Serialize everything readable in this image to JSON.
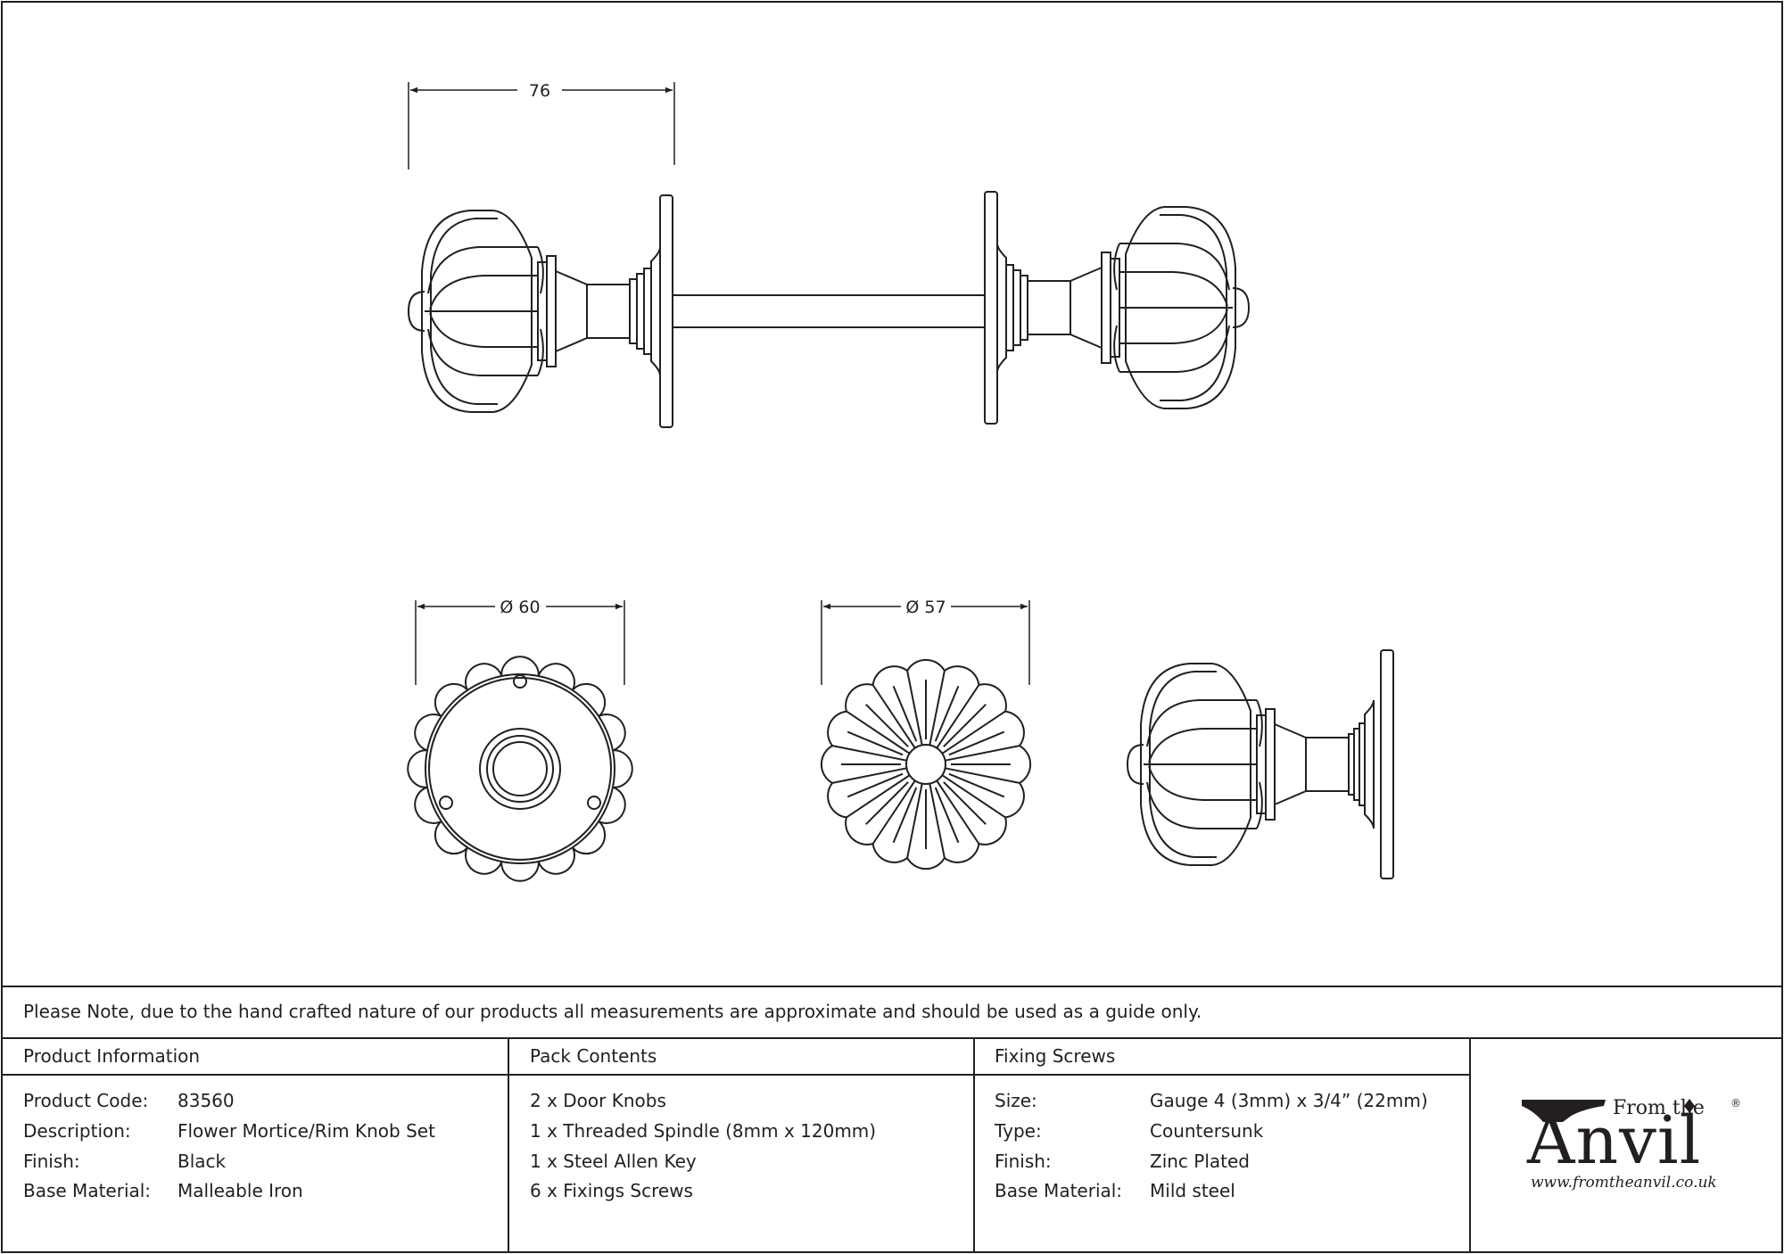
{
  "dimensions": {
    "overall_length": "76",
    "rose_diameter": "Ø 60",
    "knob_diameter": "Ø 57"
  },
  "note": "Please Note, due to the hand crafted nature of our products all measurements are approximate and should be used as a guide only.",
  "product_info": {
    "header": "Product Information",
    "rows": [
      {
        "label": "Product Code:",
        "value": "83560"
      },
      {
        "label": "Description:",
        "value": "Flower Mortice/Rim Knob Set"
      },
      {
        "label": "Finish:",
        "value": "Black"
      },
      {
        "label": "Base Material:",
        "value": "Malleable Iron"
      }
    ]
  },
  "pack_contents": {
    "header": "Pack Contents",
    "items": [
      "2 x Door Knobs",
      "1 x Threaded Spindle (8mm x 120mm)",
      "1 x Steel Allen Key",
      "6 x Fixings Screws"
    ]
  },
  "fixing_screws": {
    "header": "Fixing Screws",
    "rows": [
      {
        "label": "Size:",
        "value": "Gauge 4 (3mm) x 3/4” (22mm)"
      },
      {
        "label": "Type:",
        "value": "Countersunk"
      },
      {
        "label": "Finish:",
        "value": "Zinc Plated"
      },
      {
        "label": "Base Material:",
        "value": "Mild steel"
      }
    ]
  },
  "logo": {
    "from_the": "From the",
    "anvil": "Anvil",
    "registered": "®",
    "url": "www.fromtheanvil.co.uk",
    "icon": "anvil-icon"
  },
  "colors": {
    "line": "#231f20",
    "background": "#ffffff"
  }
}
